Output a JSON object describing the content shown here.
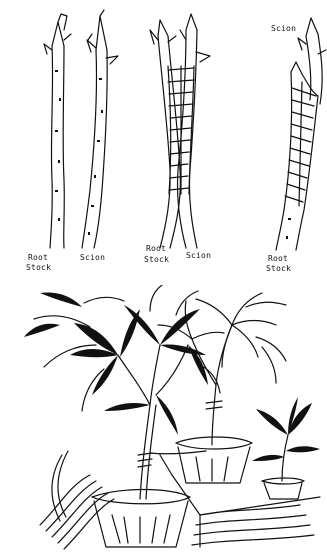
{
  "figure": {
    "stage1": {
      "left_label_line1": "Root",
      "left_label_line2": "Stock",
      "right_label": "Scion"
    },
    "stage2": {
      "left_label_line1": "Root",
      "left_label_line2": "Stock",
      "right_label": "Scion"
    },
    "stage3": {
      "top_label": "Scion",
      "bottom_label_line1": "Root",
      "bottom_label_line2": "Stock"
    }
  }
}
